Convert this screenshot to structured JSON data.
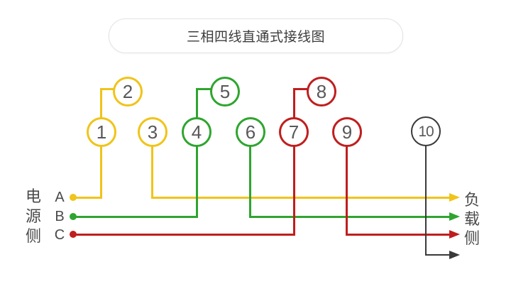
{
  "title": "三相四线直通式接线图",
  "diagram_type": "three-phase four-wire direct-connection meter wiring diagram",
  "colors": {
    "phase_a": "#f0c419",
    "phase_b": "#2fa52f",
    "phase_c": "#c01e1e",
    "neutral": "#3a3a3a",
    "label_text": "#4a4a4a",
    "terminal_number": "#58585a",
    "title_text": "#3c3c3c"
  },
  "source_side": {
    "label": "电源侧",
    "chars": [
      "电",
      "源",
      "侧"
    ],
    "phases": [
      {
        "label": "A",
        "color": "#f0c419"
      },
      {
        "label": "B",
        "color": "#2fa52f"
      },
      {
        "label": "C",
        "color": "#c01e1e"
      }
    ]
  },
  "load_side": {
    "label": "负载侧",
    "chars": [
      "负",
      "载",
      "侧"
    ]
  },
  "terminals": [
    {
      "number": "1",
      "phase": "A",
      "color": "#f0c419"
    },
    {
      "number": "2",
      "phase": "A",
      "color": "#f0c419"
    },
    {
      "number": "3",
      "phase": "A",
      "color": "#f0c419"
    },
    {
      "number": "4",
      "phase": "B",
      "color": "#2fa52f"
    },
    {
      "number": "5",
      "phase": "B",
      "color": "#2fa52f"
    },
    {
      "number": "6",
      "phase": "B",
      "color": "#2fa52f"
    },
    {
      "number": "7",
      "phase": "C",
      "color": "#c01e1e"
    },
    {
      "number": "8",
      "phase": "C",
      "color": "#c01e1e"
    },
    {
      "number": "9",
      "phase": "C",
      "color": "#c01e1e"
    },
    {
      "number": "10",
      "phase": "N",
      "color": "#3a3a3a"
    }
  ]
}
